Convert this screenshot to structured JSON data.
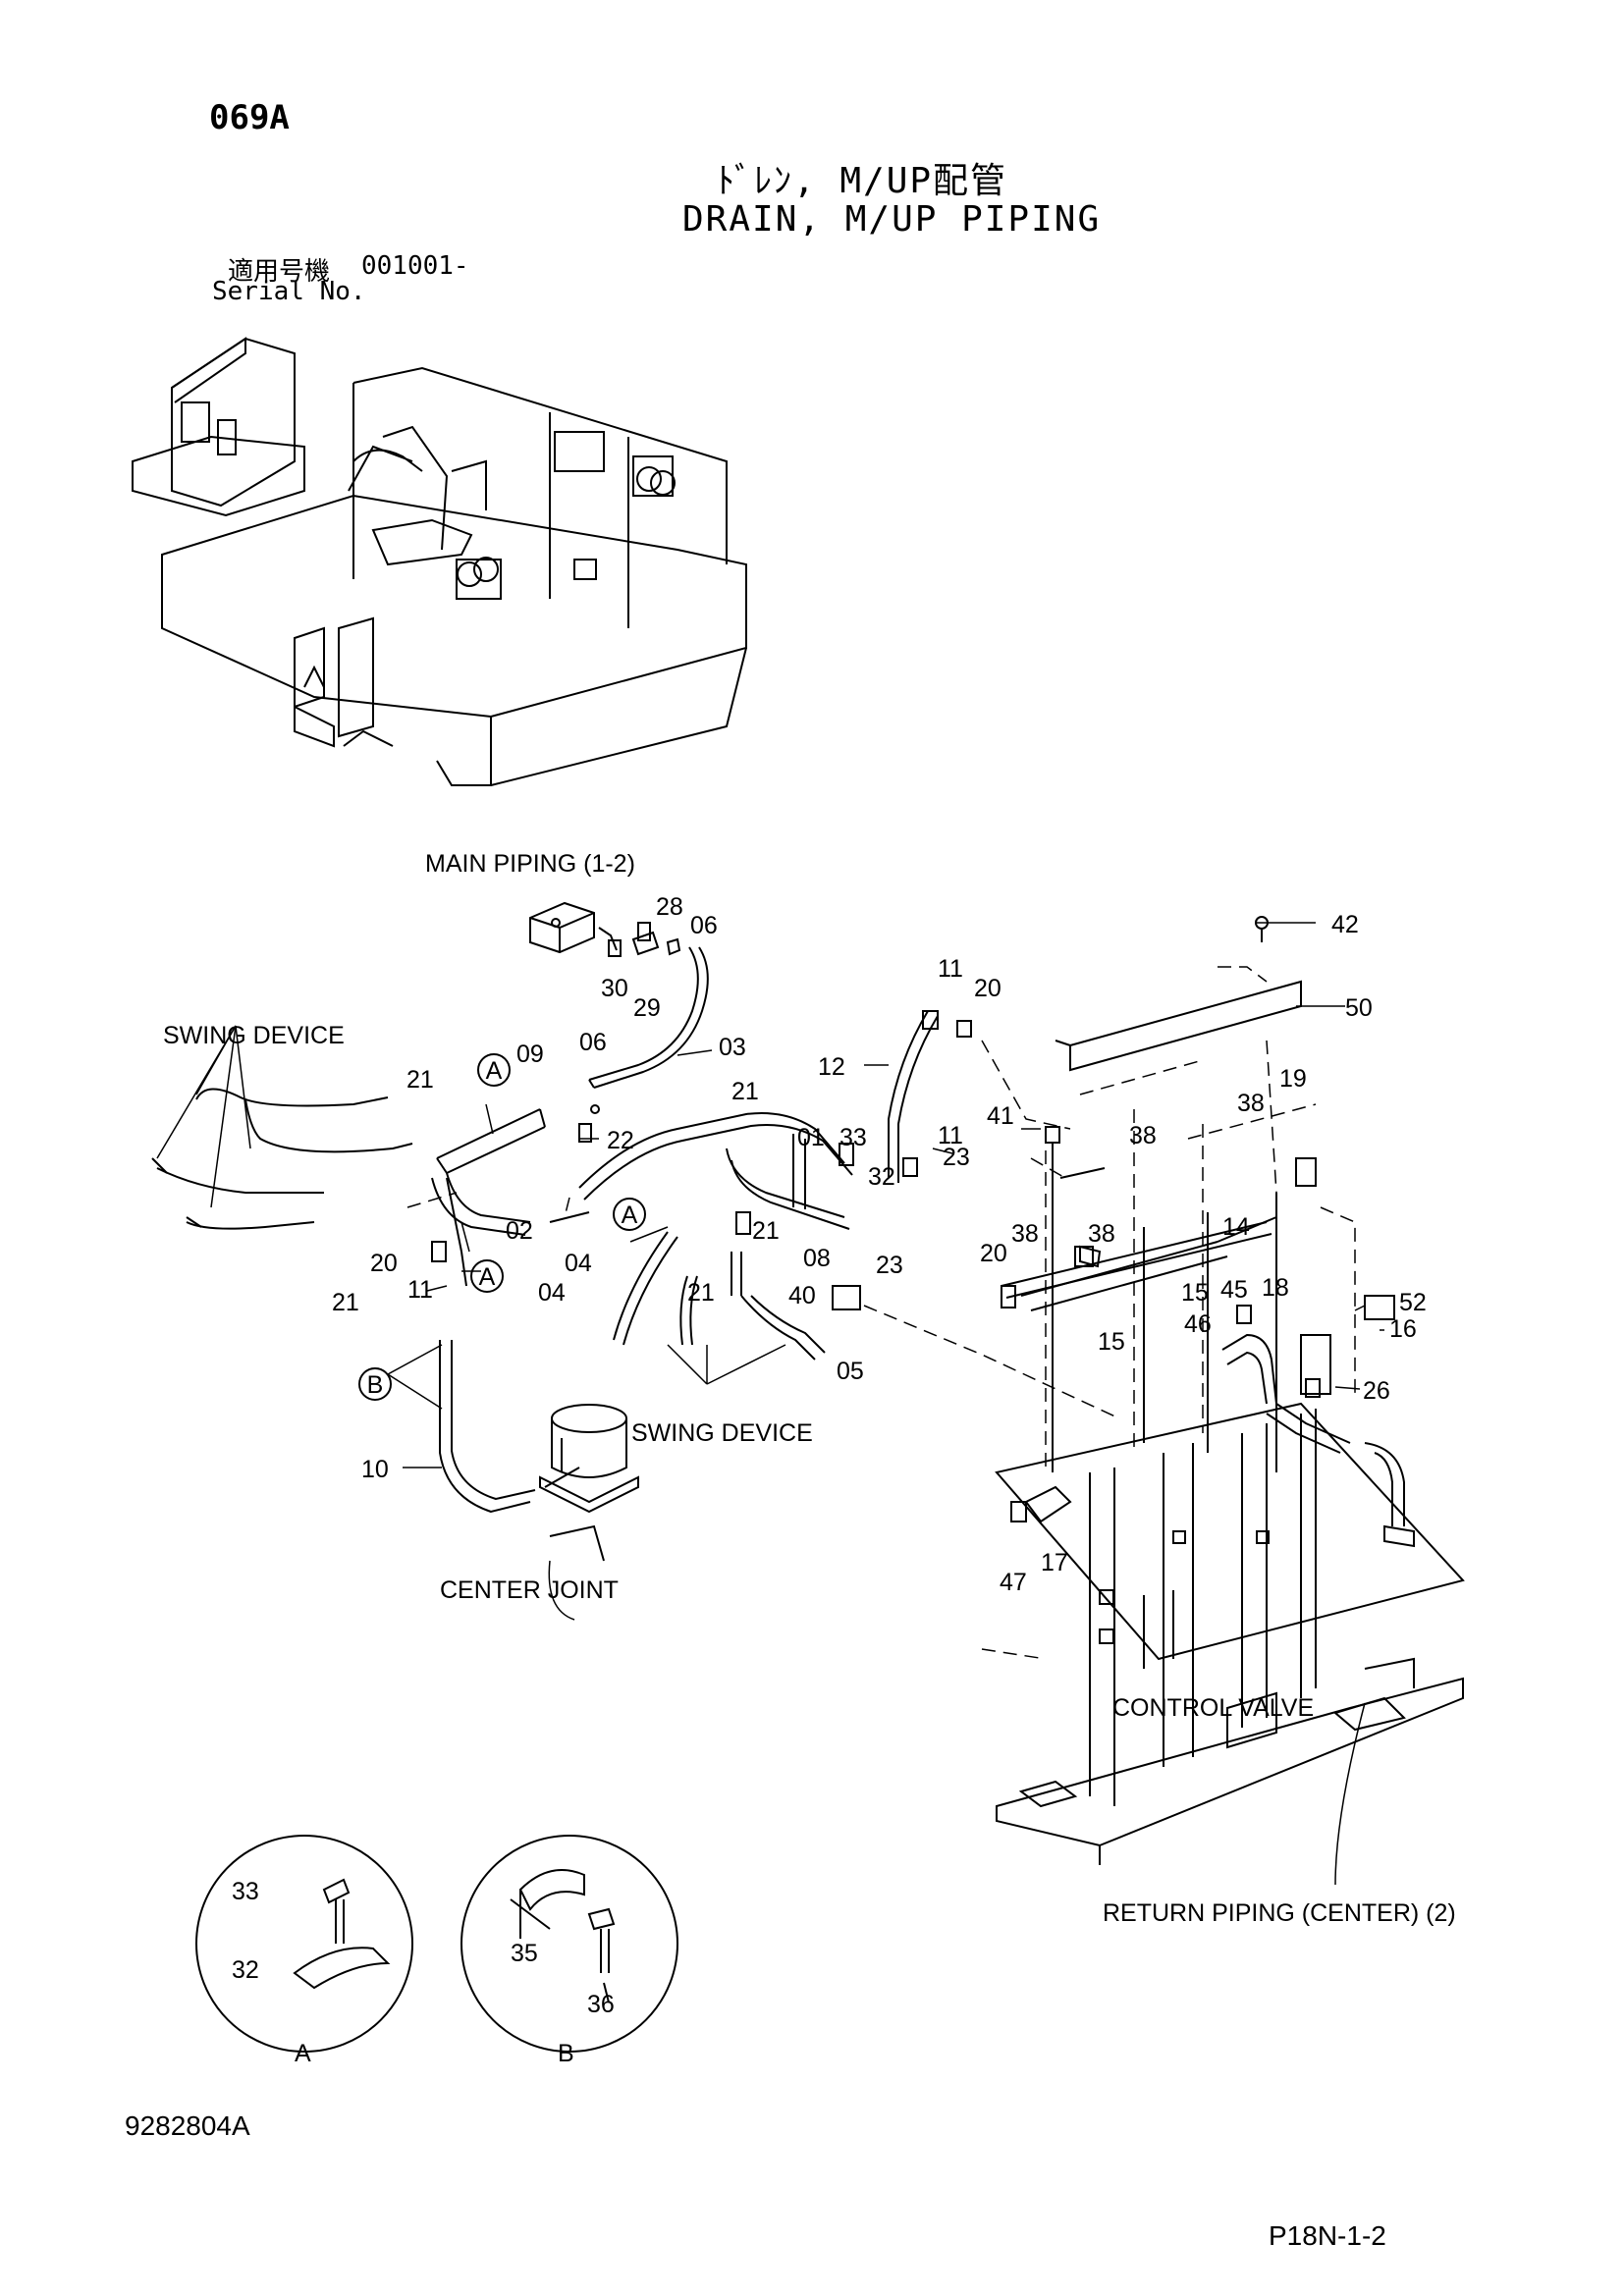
{
  "header": {
    "page_code": "069A",
    "title_jp": "ﾄﾞﾚﾝ, M/UP配管",
    "title_en": "DRAIN, M/UP PIPING",
    "serial_label_jp": "適用号機",
    "serial_value": "001001-",
    "serial_label_en": "Serial No."
  },
  "labels": {
    "main_piping": "MAIN PIPING (1-2)",
    "swing_device_left": "SWING DEVICE",
    "swing_device_center": "SWING DEVICE",
    "center_joint": "CENTER JOINT",
    "control_valve": "CONTROL VALVE",
    "return_piping": "RETURN PIPING (CENTER) (2)"
  },
  "parts": [
    {
      "id": "p42",
      "num": "42"
    },
    {
      "id": "p50",
      "num": "50"
    },
    {
      "id": "p28",
      "num": "28"
    },
    {
      "id": "p06a",
      "num": "06"
    },
    {
      "id": "p30",
      "num": "30"
    },
    {
      "id": "p29",
      "num": "29"
    },
    {
      "id": "p03",
      "num": "03"
    },
    {
      "id": "p06b",
      "num": "06"
    },
    {
      "id": "p22",
      "num": "22"
    },
    {
      "id": "p09",
      "num": "09"
    },
    {
      "id": "p21a",
      "num": "21"
    },
    {
      "id": "p21b",
      "num": "21"
    },
    {
      "id": "p21c",
      "num": "21"
    },
    {
      "id": "p21d",
      "num": "21"
    },
    {
      "id": "p21e",
      "num": "21"
    },
    {
      "id": "p02",
      "num": "02"
    },
    {
      "id": "p04a",
      "num": "04"
    },
    {
      "id": "p04b",
      "num": "04"
    },
    {
      "id": "p01",
      "num": "01"
    },
    {
      "id": "p33",
      "num": "33"
    },
    {
      "id": "p32",
      "num": "32"
    },
    {
      "id": "p23a",
      "num": "23"
    },
    {
      "id": "p23b",
      "num": "23"
    },
    {
      "id": "p11a",
      "num": "11"
    },
    {
      "id": "p11b",
      "num": "11"
    },
    {
      "id": "p11c",
      "num": "11"
    },
    {
      "id": "p20a",
      "num": "20"
    },
    {
      "id": "p20b",
      "num": "20"
    },
    {
      "id": "p20c",
      "num": "20"
    },
    {
      "id": "p12",
      "num": "12"
    },
    {
      "id": "p08",
      "num": "08"
    },
    {
      "id": "p40",
      "num": "40"
    },
    {
      "id": "p05",
      "num": "05"
    },
    {
      "id": "p10",
      "num": "10"
    },
    {
      "id": "p41",
      "num": "41"
    },
    {
      "id": "p38a",
      "num": "38"
    },
    {
      "id": "p38b",
      "num": "38"
    },
    {
      "id": "p38c",
      "num": "38"
    },
    {
      "id": "p38d",
      "num": "38"
    },
    {
      "id": "p19",
      "num": "19"
    },
    {
      "id": "p14",
      "num": "14"
    },
    {
      "id": "p15a",
      "num": "15"
    },
    {
      "id": "p15b",
      "num": "15"
    },
    {
      "id": "p45",
      "num": "45"
    },
    {
      "id": "p46",
      "num": "46"
    },
    {
      "id": "p18",
      "num": "18"
    },
    {
      "id": "p52",
      "num": "52"
    },
    {
      "id": "p16",
      "num": "16"
    },
    {
      "id": "p26",
      "num": "26"
    },
    {
      "id": "p47",
      "num": "47"
    },
    {
      "id": "p17",
      "num": "17"
    },
    {
      "id": "dA33",
      "num": "33"
    },
    {
      "id": "dA32",
      "num": "32"
    },
    {
      "id": "dB35",
      "num": "35"
    },
    {
      "id": "dB36",
      "num": "36"
    }
  ],
  "callouts": {
    "a1": "A",
    "a2": "A",
    "a3": "A",
    "b1": "B"
  },
  "details": {
    "detail_a": "A",
    "detail_b": "B"
  },
  "footer": {
    "drawing_no": "9282804A",
    "page_ref": "P18N-1-2"
  }
}
